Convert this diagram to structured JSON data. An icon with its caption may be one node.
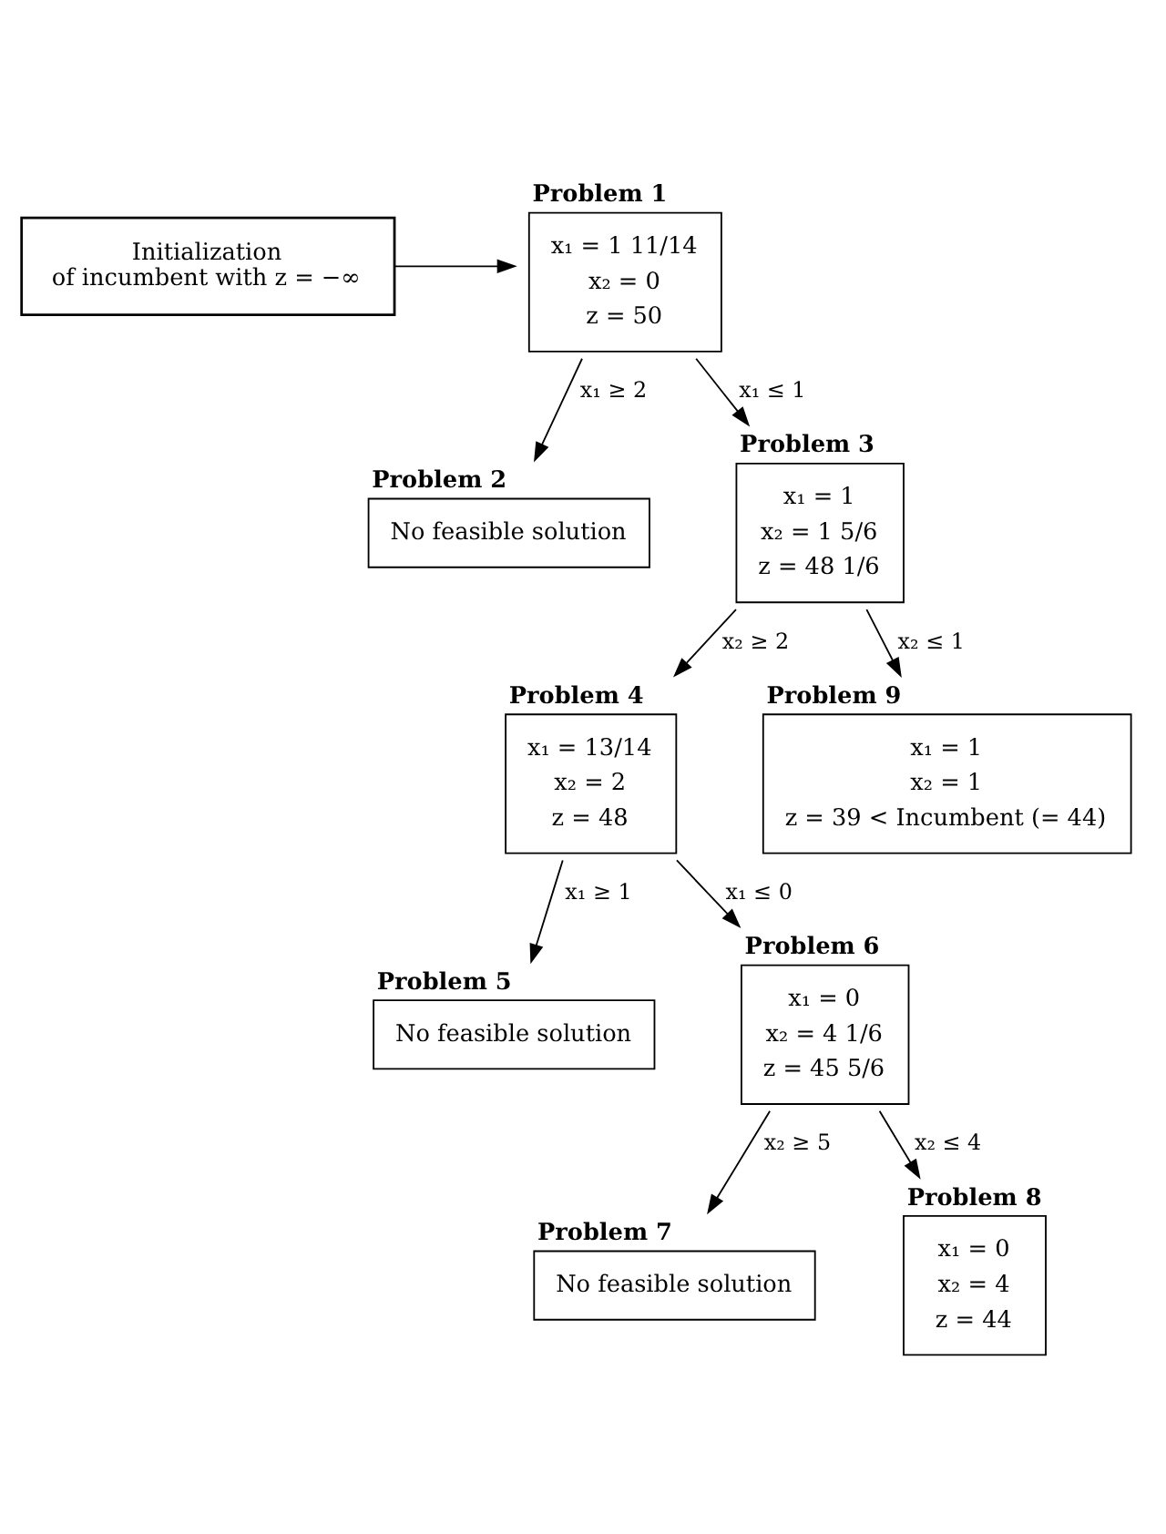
{
  "diagram": {
    "nodes": [
      {
        "text": [
          "Initialization of incumbent with z = −∞"
        ]
      },
      {
        "text": [
          "Problem 1",
          "x₁ = 1 11/14",
          "x₂ = 0",
          "z = 50"
        ]
      },
      {
        "text": [
          "Problem 2",
          "No feasible solution"
        ]
      },
      {
        "text": [
          "Problem 3",
          "x₁ = 1",
          "x₂ = 1 5/6",
          "z = 48 1/6"
        ]
      },
      {
        "text": [
          "Problem 4",
          "x₁ = 13/14",
          "x₂ = 2",
          "z = 48"
        ]
      },
      {
        "text": [
          "Problem 5",
          "No feasible solution"
        ]
      },
      {
        "text": [
          "Problem 6",
          "x₁ = 0",
          "x₂ = 4 1/6",
          "z = 45 5/6"
        ]
      },
      {
        "text": [
          "Problem 7",
          "No feasible solution"
        ]
      },
      {
        "text": [
          "Problem 8",
          "x₁ = 0",
          "x₂ = 4",
          "z = 44"
        ]
      },
      {
        "text": [
          "Problem 9",
          "x₁ = 1",
          "x₂ = 1",
          "z = 39 < Incumbent (= 44)"
        ]
      }
    ],
    "edges": [
      {
        "from": 0,
        "to": 1,
        "arrow": "to"
      },
      {
        "from": 1,
        "to": 3,
        "arrow": "to",
        "label": "x₁ ≤ 1"
      },
      {
        "from": 1,
        "to": 2,
        "arrow": "to",
        "label": "x₁ ≥ 2"
      },
      {
        "from": 3,
        "to": 9,
        "arrow": "to",
        "label": "x₂ ≤ 1"
      },
      {
        "from": 3,
        "to": 4,
        "arrow": "to",
        "label": "x₂ ≥ 2"
      },
      {
        "from": 4,
        "to": 6,
        "arrow": "to",
        "label": "x₁ ≤ 0"
      },
      {
        "from": 4,
        "to": 5,
        "arrow": "to",
        "label": "x₁ ≥ 1"
      },
      {
        "from": 6,
        "to": 8,
        "arrow": "to",
        "label": "x₂ ≤ 4"
      },
      {
        "from": 6,
        "to": 7,
        "arrow": "to",
        "label": "x₂ ≥ 5"
      }
    ]
  }
}
